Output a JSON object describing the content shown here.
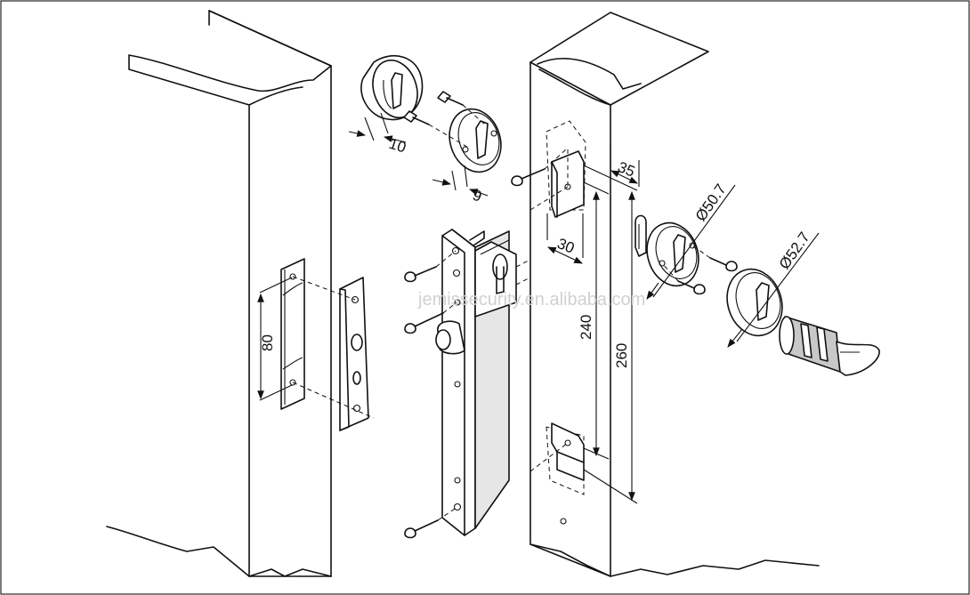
{
  "dimensions": {
    "rose_depth": "10",
    "rose_depth_2": "9",
    "backset": "35",
    "rose_diameter_1": "Ø50.7",
    "rose_diameter_2": "Ø52.7",
    "slot_width": "30",
    "body_height": "240",
    "faceplate_height": "260",
    "strike_height": "80"
  },
  "watermark": "jemissecurity.en.alibaba.com"
}
